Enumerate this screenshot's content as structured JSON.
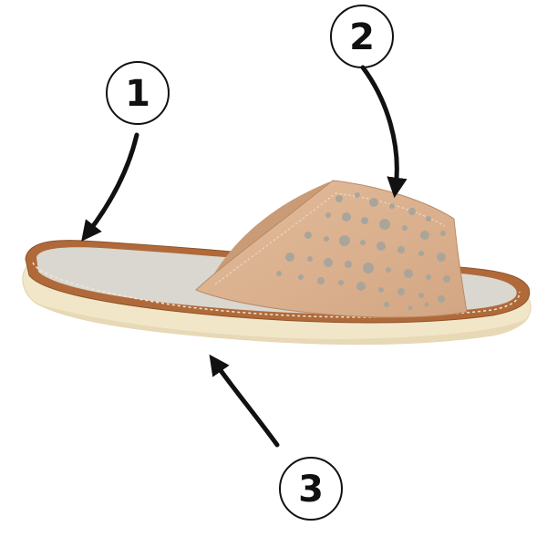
{
  "product": {
    "name_icon": "leather-slide-slipper",
    "colors": {
      "upper": "#dcb28f",
      "upper_shadow": "#c99b76",
      "insole": "#d9d7d0",
      "rim": "#b06a3a",
      "sole": "#f1e6c8",
      "stitch": "#f3e8d6"
    }
  },
  "callouts": [
    {
      "label": "1"
    },
    {
      "label": "2"
    },
    {
      "label": "3"
    }
  ],
  "style": {
    "ink": "#111111"
  }
}
